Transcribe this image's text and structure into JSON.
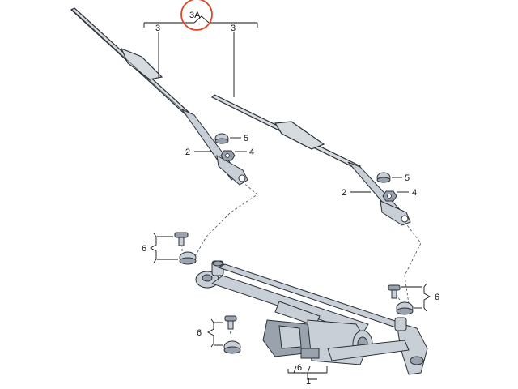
{
  "callouts": {
    "c3A": "3A",
    "c3_left": "3",
    "c3_right": "3",
    "c2_left": "2",
    "c2_right": "2",
    "c4_left": "4",
    "c4_right": "4",
    "c5_left": "5",
    "c5_right": "5",
    "c6_upper_left": "6",
    "c6_lower_left": "6",
    "c6_right": "6",
    "c6_bottom": "6",
    "c1": "1"
  },
  "colors": {
    "highlight_circle": "#d9482b",
    "line": "#111111",
    "part_fill": "#c9cfd6",
    "part_dark": "#9aa3ad"
  }
}
